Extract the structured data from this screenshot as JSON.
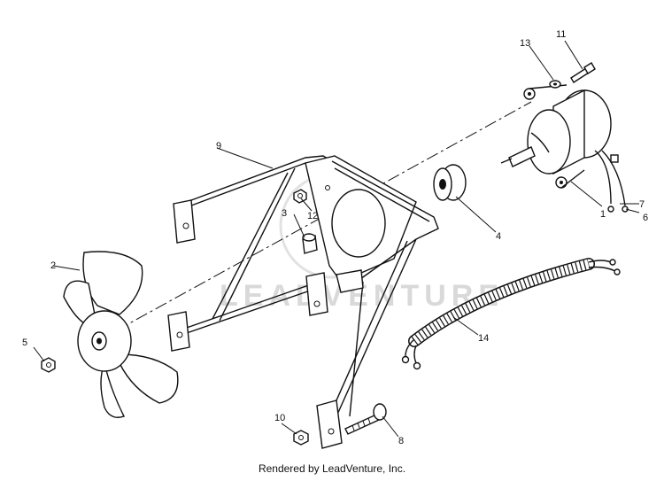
{
  "labels": {
    "p1": "1",
    "p2": "2",
    "p3": "3",
    "p4": "4",
    "p5": "5",
    "p6": "6",
    "p7": "7",
    "p8": "8",
    "p9": "9",
    "p10": "10",
    "p11": "11",
    "p12": "12",
    "p13": "13",
    "p14": "14"
  },
  "watermark": "LEADVENTURE",
  "footer": "Rendered by LeadVenture, Inc."
}
